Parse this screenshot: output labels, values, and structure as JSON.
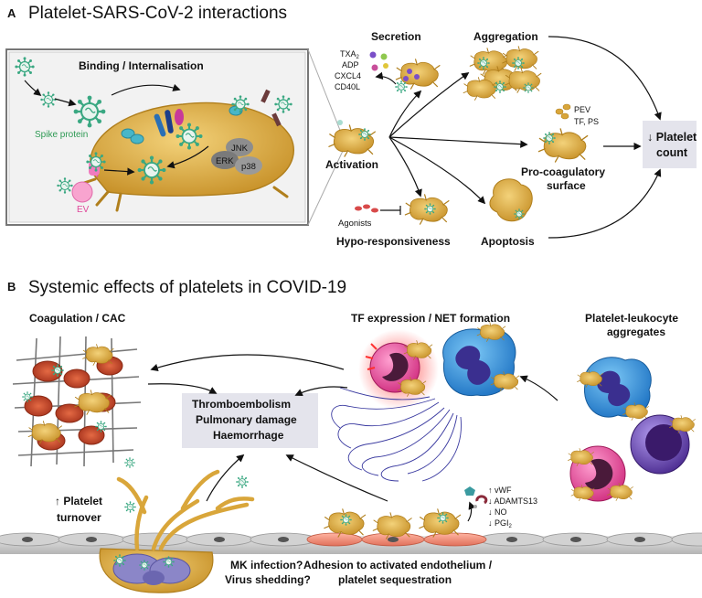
{
  "panel_a": {
    "letter": "A",
    "title": "Platelet-SARS-CoV-2 interactions",
    "binding_box": {
      "title": "Binding / Internalisation",
      "spike_protein": "Spike protein",
      "ev": "EV",
      "kinases": [
        "JNK",
        "ERK",
        "p38"
      ]
    },
    "activation": "Activation",
    "secretion": {
      "title": "Secretion",
      "molecules": [
        "TXA",
        "ADP",
        "CXCL4",
        "CD40L"
      ],
      "txa_subscript": "2"
    },
    "aggregation": "Aggregation",
    "procoag": {
      "line1": "Pro-coagulatory",
      "line2": "surface",
      "pev": "PEV",
      "tf_ps": "TF, PS"
    },
    "platelet_count": {
      "line1": "↓ Platelet",
      "line2": "count"
    },
    "agonists": "Agonists",
    "hypo": "Hypo-responsiveness",
    "apoptosis": "Apoptosis"
  },
  "panel_b": {
    "letter": "B",
    "title": "Systemic effects of platelets in COVID-19",
    "coagulation": "Coagulation / CAC",
    "tf_net": "TF expression / NET formation",
    "pla": {
      "line1": "Platelet-leukocyte",
      "line2": "aggregates"
    },
    "center": [
      "Thromboembolism",
      "Pulmonary damage",
      "Haemorrhage"
    ],
    "turnover": {
      "line1": "↑ Platelet",
      "line2": "turnover"
    },
    "mk": {
      "line1": "MK infection?",
      "line2": "Virus shedding?"
    },
    "adhesion": {
      "line1": "Adhesion to activated endothelium /",
      "line2": "platelet sequestration"
    },
    "factors": [
      "↑ vWF",
      "↓ ADAMTS13",
      "↓ NO",
      "↓ PGI"
    ],
    "pgi_subscript": "2"
  },
  "colors": {
    "platelet": "#d9a63a",
    "platelet_edge": "#b07f1d",
    "virus": "#3aa882",
    "neutrophil": "#2f8fd8",
    "nucleus": "#3a2f8f",
    "rbc": "#c4452b",
    "endothelium": "#c9c9c9",
    "activated_endothelium": "#f08c74",
    "box_fill": "#e4e4ec",
    "ev": "#f07bbf"
  }
}
